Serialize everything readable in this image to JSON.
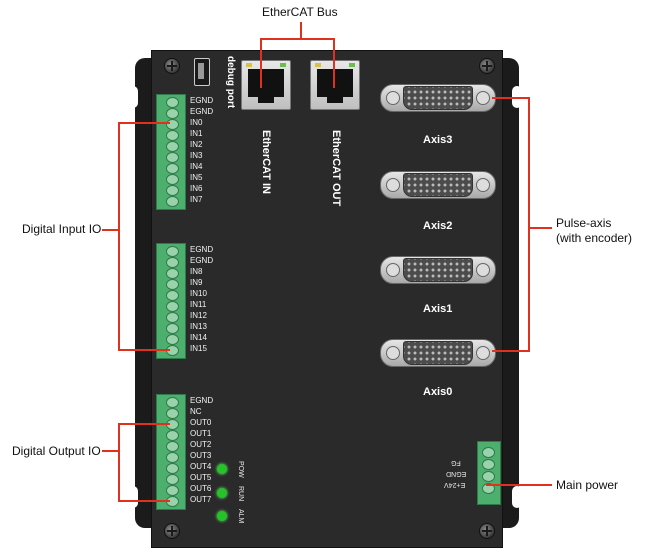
{
  "callouts": {
    "ethercat_bus": "EtherCAT Bus",
    "digital_input": "Digital Input IO",
    "digital_output": "Digital Output IO",
    "pulse_axis_line1": "Pulse-axis",
    "pulse_axis_line2": "(with encoder)",
    "main_power": "Main power"
  },
  "ports": {
    "debug": "debug port",
    "ethercat_in": "EtherCAT  IN",
    "ethercat_out": "EtherCAT  OUT"
  },
  "input_block_1": [
    "EGND",
    "EGND",
    "IN0",
    "IN1",
    "IN2",
    "IN3",
    "IN4",
    "IN5",
    "IN6",
    "IN7"
  ],
  "input_block_2": [
    "EGND",
    "EGND",
    "IN8",
    "IN9",
    "IN10",
    "IN11",
    "IN12",
    "IN13",
    "IN14",
    "IN15"
  ],
  "output_block": [
    "EGND",
    "NC",
    "OUT0",
    "OUT1",
    "OUT2",
    "OUT3",
    "OUT4",
    "OUT5",
    "OUT6",
    "OUT7"
  ],
  "axes": [
    "Axis3",
    "Axis2",
    "Axis1",
    "Axis0"
  ],
  "leds": [
    "POW",
    "RUN",
    "ALM"
  ],
  "power_terminals": [
    "FG",
    "EGND",
    "E+24V"
  ],
  "colors": {
    "callout_line": "#e0301e",
    "terminal_green": "#4caf6e",
    "body": "#2a2a2a"
  }
}
